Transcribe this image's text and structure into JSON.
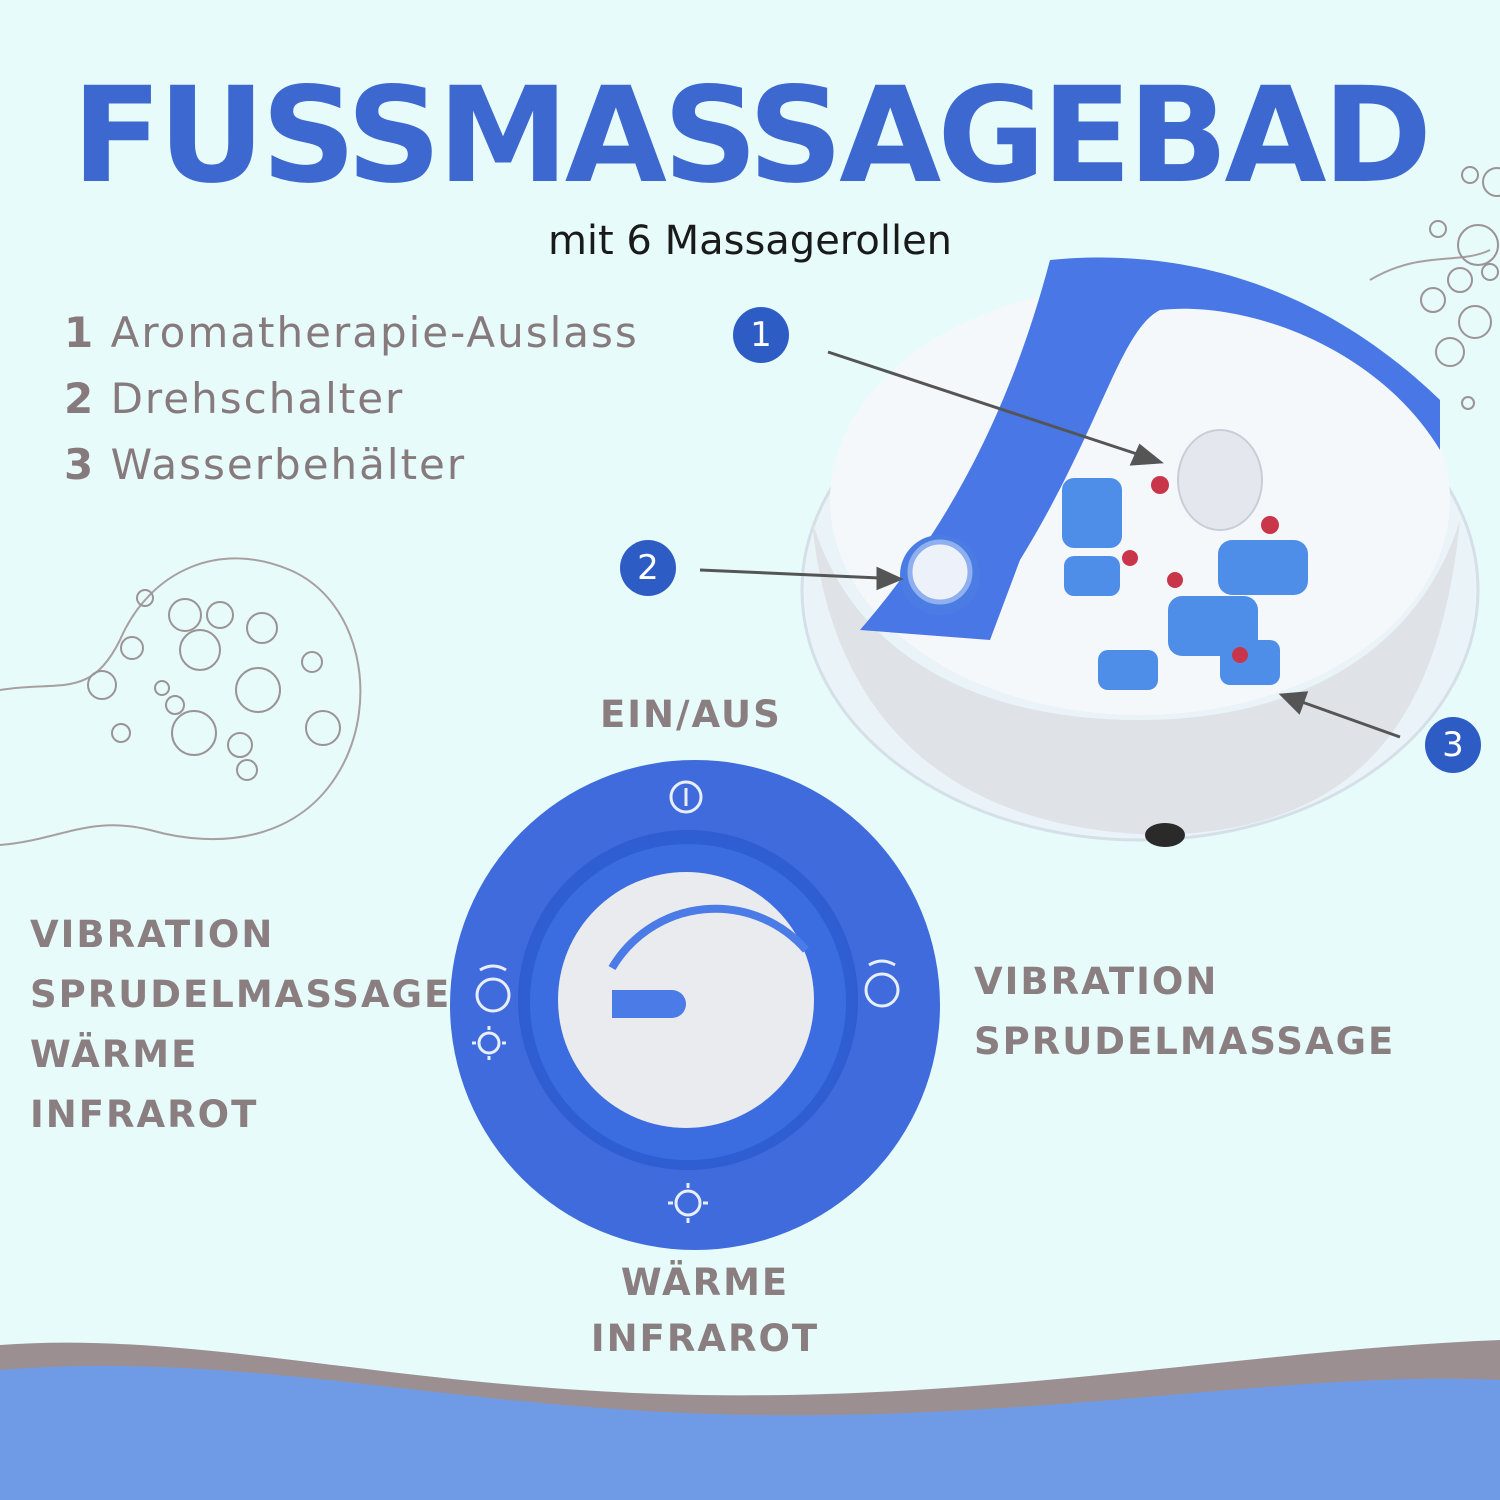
{
  "header": {
    "title": "FUSSMASSAGEBAD",
    "subtitle": "mit 6 Massagerollen"
  },
  "legend": [
    {
      "num": "1",
      "label": "Aromatherapie-Auslass"
    },
    {
      "num": "2",
      "label": "Drehschalter"
    },
    {
      "num": "3",
      "label": "Wasserbehälter"
    }
  ],
  "badges": [
    "1",
    "2",
    "3"
  ],
  "dial": {
    "top_label": "EIN/AUS",
    "left_labels": [
      "VIBRATION",
      "SPRUDELMASSAGE",
      "WÄRME",
      "INFRAROT"
    ],
    "right_labels": [
      "VIBRATION",
      "SPRUDELMASSAGE"
    ],
    "bottom_labels": [
      "WÄRME",
      "INFRAROT"
    ]
  },
  "colors": {
    "background": "#e6fbfa",
    "accent_blue": "#3d68d0",
    "caption_gray": "#8a7e80",
    "wave_blue": "#6f9be6"
  },
  "icons": [
    "power-icon",
    "bubble-vibration-icon",
    "sun-icon"
  ]
}
